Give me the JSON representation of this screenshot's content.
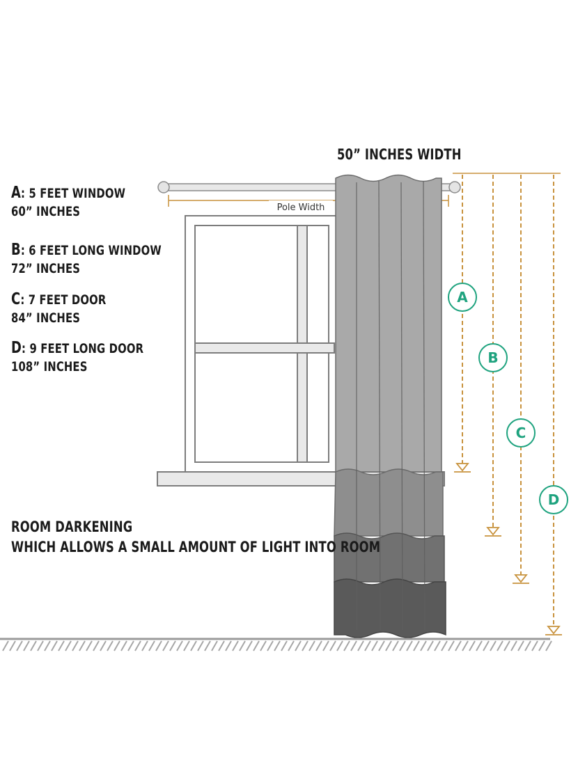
{
  "header": {
    "width_label": "50” INCHES WIDTH"
  },
  "legend": [
    {
      "key": "A",
      "desc": ": 5 FEET WINDOW",
      "value": "60” INCHES"
    },
    {
      "key": "B",
      "desc": ": 6 FEET LONG WINDOW",
      "value": "72” INCHES"
    },
    {
      "key": "C",
      "desc": ": 7 FEET DOOR",
      "value": "84” INCHES"
    },
    {
      "key": "D",
      "desc": ": 9 FEET LONG DOOR",
      "value": "108” INCHES"
    }
  ],
  "diagram": {
    "pole_label": "Pole Width",
    "markers": [
      "A",
      "B",
      "C",
      "D"
    ]
  },
  "notes": {
    "line1": "ROOM DARKENING",
    "line2": "WHICH ALLOWS A SMALL AMOUNT OF LIGHT INTO ROOM"
  },
  "colors": {
    "measure_line": "#c8923d",
    "marker_green": "#1fa37f",
    "curtain_light": "#a9a9a9",
    "curtain_mid": "#8d8d8d",
    "curtain_dark": "#6c6c6c",
    "curtain_darkest": "#575757",
    "window_frame": "#7c7c7c",
    "floor": "#9a9a9a"
  }
}
